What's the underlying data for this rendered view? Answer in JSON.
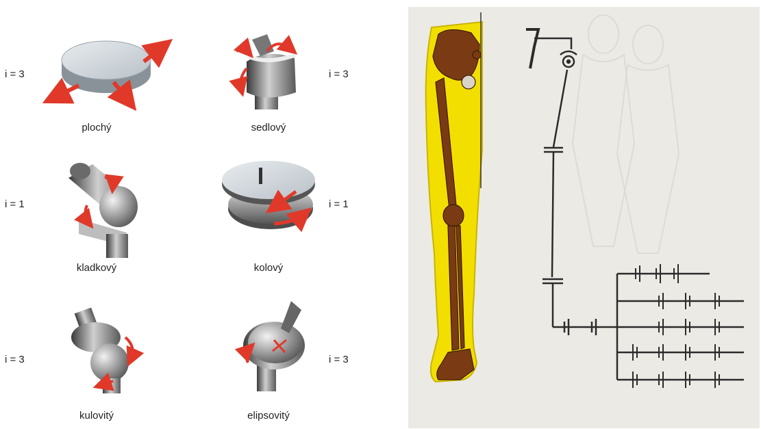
{
  "joints": [
    {
      "id": "plochy",
      "name": "plochý",
      "i": "i = 3"
    },
    {
      "id": "sedlovy",
      "name": "sedlový",
      "i": "i = 3"
    },
    {
      "id": "kladkovy",
      "name": "kladkový",
      "i": "i = 1"
    },
    {
      "id": "kolovy",
      "name": "kolový",
      "i": "i = 1"
    },
    {
      "id": "kulovity",
      "name": "kulovitý",
      "i": "i = 3"
    },
    {
      "id": "elipsovity",
      "name": "elipsovitý",
      "i": "i = 3"
    }
  ],
  "colors": {
    "arrow": "#e0392a",
    "metal_dark": "#4a4a4a",
    "metal_light": "#d8d8d8",
    "disc_top": "#d6dbe0",
    "bone": "#7a3b14",
    "leg_fill": "#f2df00",
    "diagram_line": "#2b2b2b",
    "photo_bg": "#eceae5"
  }
}
